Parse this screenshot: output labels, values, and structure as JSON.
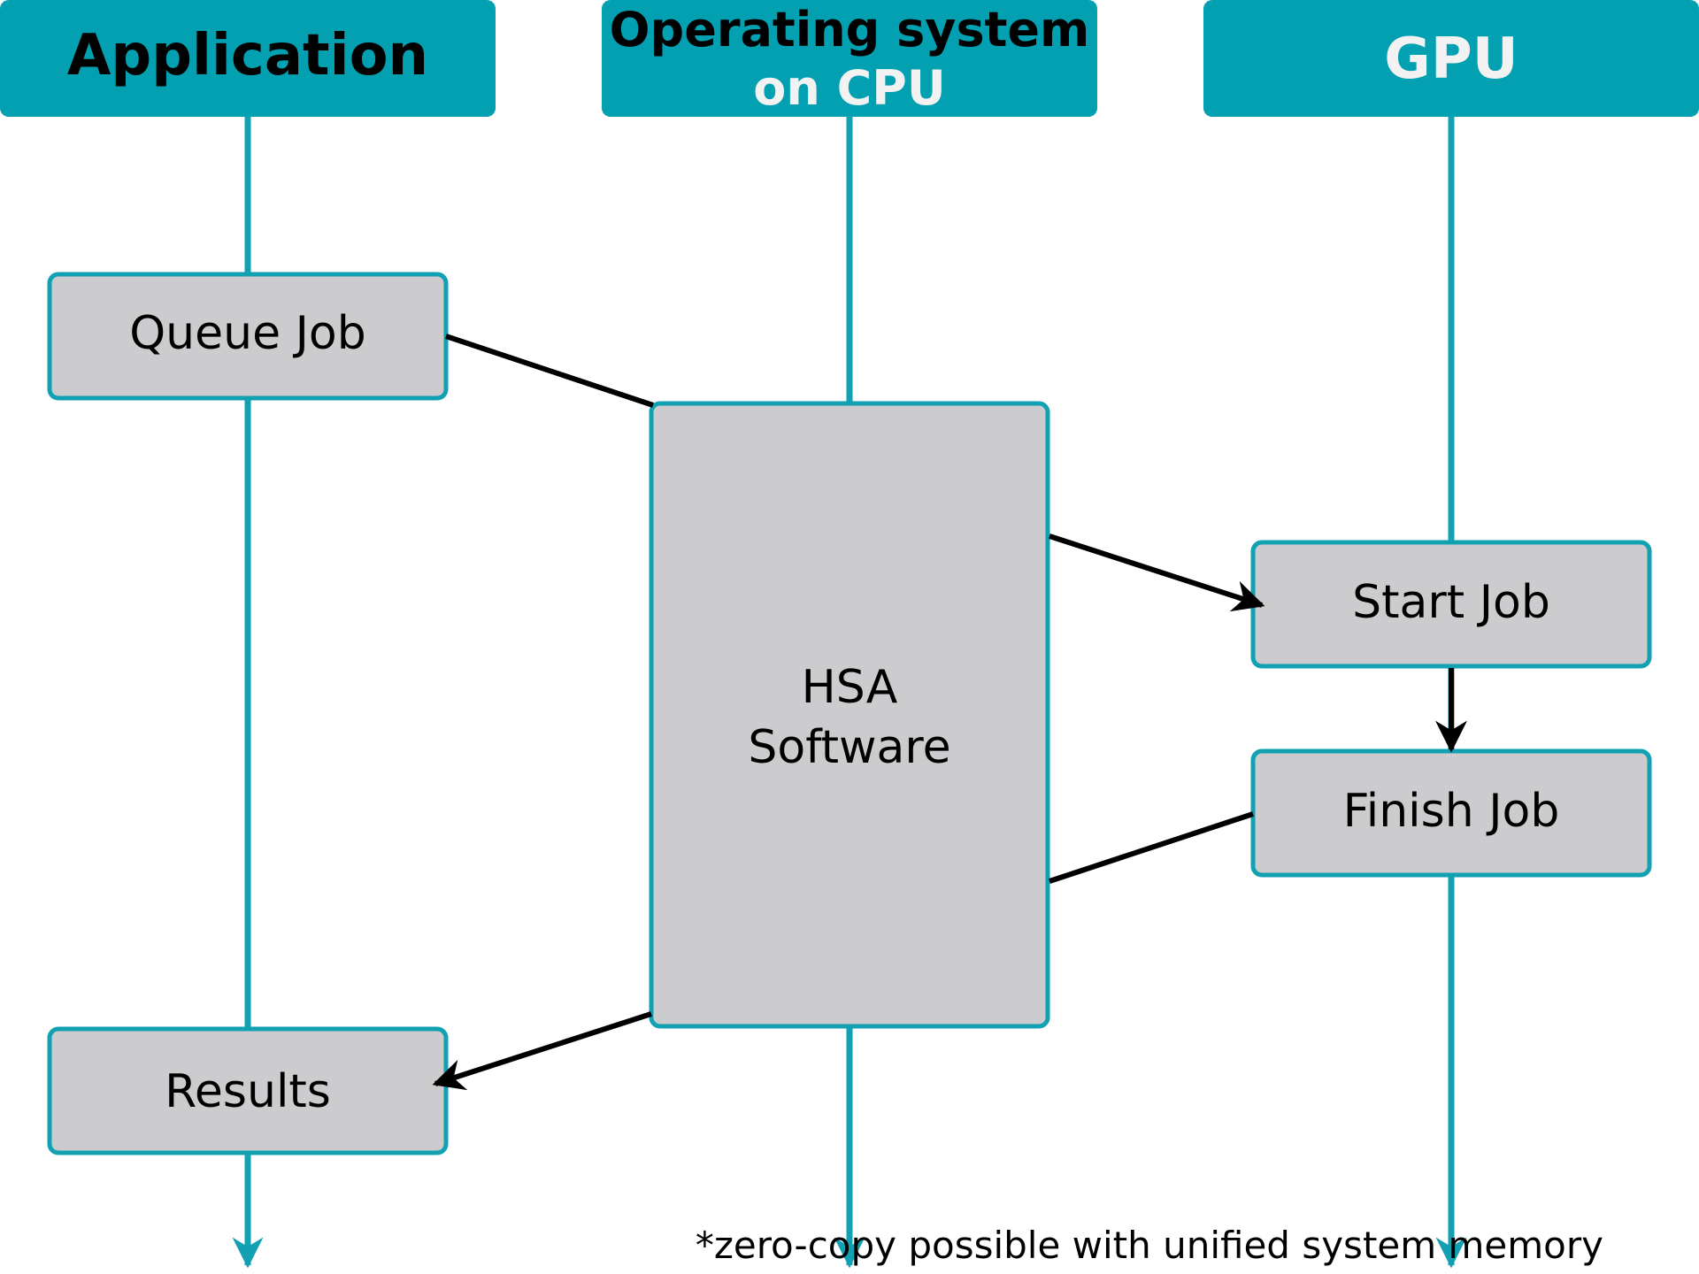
{
  "colors": {
    "lane_header_fill": "#02a0b0",
    "lane_line": "#12a0b3",
    "box_fill": "#cccccf",
    "box_stroke": "#12a0b3",
    "arrow": "#000000",
    "header_text_dark": "#000000",
    "header_text_light": "#f2f2f2",
    "text": "#000000"
  },
  "lanes": {
    "application": {
      "title": "Application"
    },
    "os": {
      "title_line1": "Operating system",
      "title_line2": "on CPU"
    },
    "gpu": {
      "title": "GPU"
    }
  },
  "boxes": {
    "queue_job": "Queue Job",
    "hsa_line1": "HSA",
    "hsa_line2": "Software",
    "start_job": "Start Job",
    "finish_job": "Finish Job",
    "results": "Results"
  },
  "footnote": "*zero-copy possible with unified system memory"
}
